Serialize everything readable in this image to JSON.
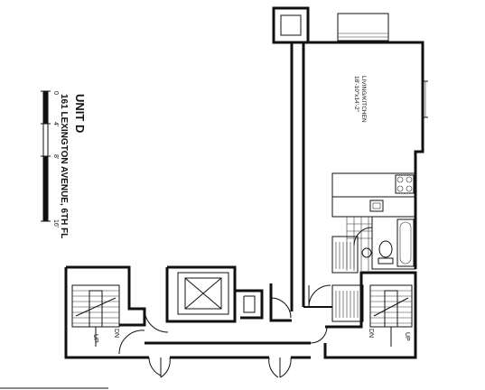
{
  "title": {
    "unit": "UNIT D",
    "address": "161 LEXINGTON AVENUE, 6TH FL"
  },
  "scale": {
    "ticks": [
      "0",
      "4'",
      "8'",
      "16'"
    ]
  },
  "rooms": {
    "living": {
      "name": "LIVING/KITCHEN",
      "dims": "18'-10\"x14'-2\""
    }
  },
  "stairs": {
    "left_dn": "DN",
    "left_up": "UP",
    "right_dn": "DN",
    "right_up": "UP"
  }
}
